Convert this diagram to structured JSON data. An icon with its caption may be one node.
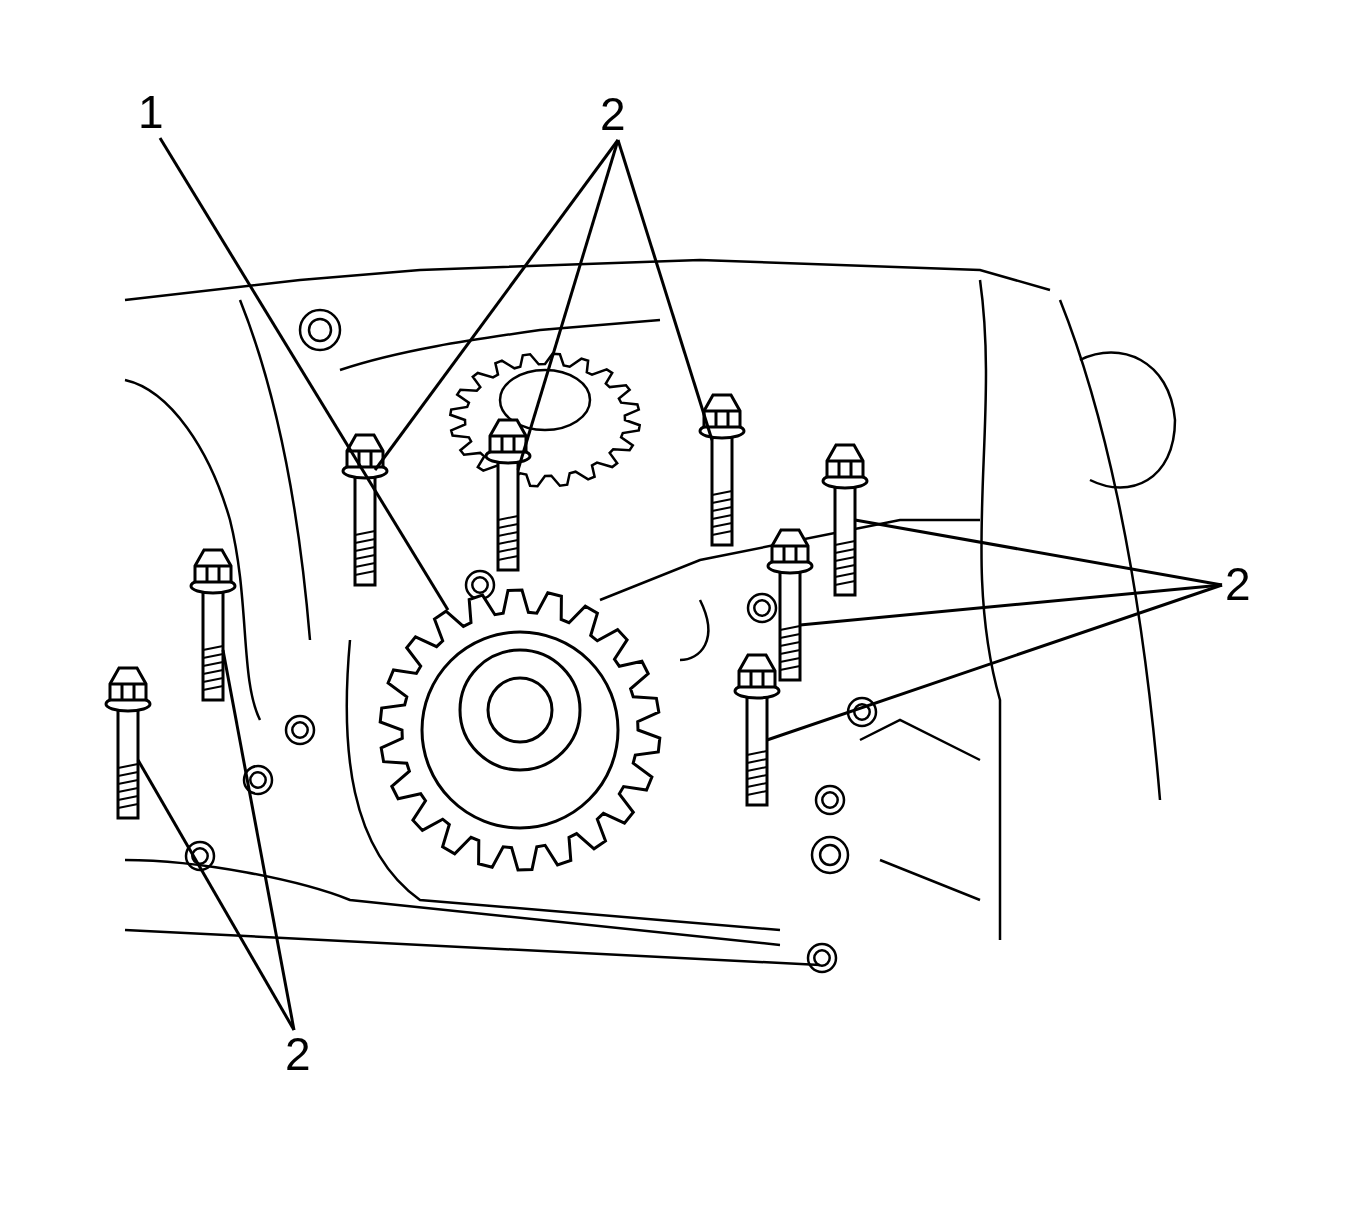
{
  "diagram": {
    "nodes": [
      {
        "text": [
          "1"
        ]
      },
      {
        "text": [],
        "shape": "picture"
      },
      {
        "text": [
          "2"
        ]
      },
      {
        "text": [],
        "shape": "picture"
      },
      {
        "text": [],
        "shape": "picture"
      },
      {
        "text": [],
        "shape": "picture"
      },
      {
        "text": [
          "2"
        ]
      },
      {
        "text": [],
        "shape": "picture"
      },
      {
        "text": [],
        "shape": "picture"
      },
      {
        "text": [],
        "shape": "picture"
      },
      {
        "text": [
          "2"
        ]
      },
      {
        "text": [],
        "shape": "picture"
      },
      {
        "text": [],
        "shape": "picture"
      }
    ],
    "edges": [
      {
        "from": 0,
        "to": 1,
        "arrow": "none"
      },
      {
        "from": 2,
        "to": 3,
        "arrow": "none"
      },
      {
        "from": 2,
        "to": 4,
        "arrow": "none"
      },
      {
        "from": 2,
        "to": 5,
        "arrow": "none"
      },
      {
        "from": 6,
        "to": 7,
        "arrow": "none"
      },
      {
        "from": 6,
        "to": 8,
        "arrow": "none"
      },
      {
        "from": 6,
        "to": 9,
        "arrow": "none"
      },
      {
        "from": 10,
        "to": 11,
        "arrow": "none"
      },
      {
        "from": 10,
        "to": 12,
        "arrow": "none"
      }
    ]
  }
}
